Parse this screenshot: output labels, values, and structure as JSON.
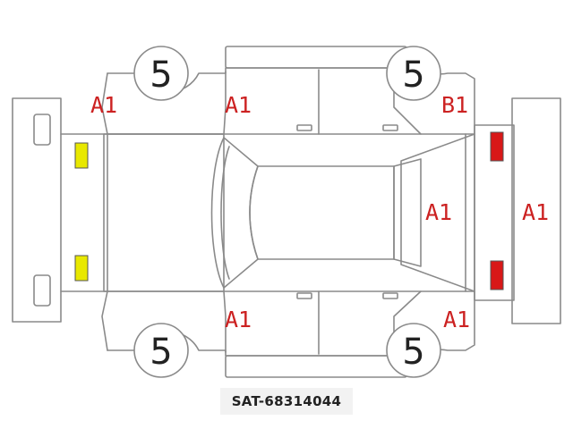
{
  "diagram": {
    "stock_number": "SAT-68314044",
    "tire_labels": [
      "5",
      "5",
      "5",
      "5"
    ],
    "damage_codes": {
      "front_left_fender": "A1",
      "front_left_door": "A1",
      "rear_left_quarter": "B1",
      "roof_rear": "A1",
      "rear_bumper": "A1",
      "front_right_door": "A1",
      "rear_right_quarter": "A1"
    },
    "colors": {
      "outline": "#8a8a8a",
      "code_text": "#cc2222",
      "headlight_marker": "#e8e800",
      "taillight_marker": "#d81818",
      "label_background": "#f2f2f2"
    }
  }
}
